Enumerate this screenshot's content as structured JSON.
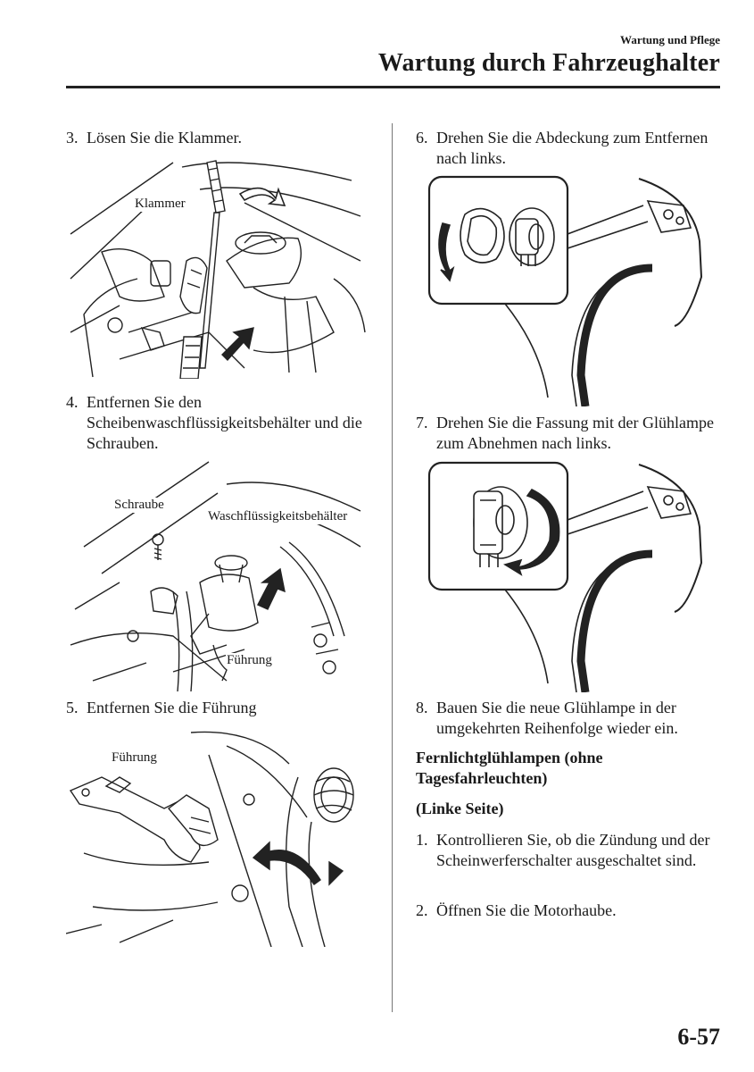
{
  "header": {
    "section": "Wartung und Pflege",
    "title": "Wartung durch Fahrzeughalter"
  },
  "left_column": {
    "step3": {
      "number": "3.",
      "text": "Lösen Sie die Klammer.",
      "callout": "Klammer"
    },
    "step4": {
      "number": "4.",
      "text": "Entfernen Sie den Scheibenwaschflüssigkeitsbehälter und die Schrauben.",
      "callout_screw": "Schraube",
      "callout_tank": "Waschflüssigkeitsbehälter",
      "callout_guide": "Führung"
    },
    "step5": {
      "number": "5.",
      "text": "Entfernen Sie die Führung",
      "callout": "Führung"
    }
  },
  "right_column": {
    "step6": {
      "number": "6.",
      "text": "Drehen Sie die Abdeckung zum Entfernen nach links."
    },
    "step7": {
      "number": "7.",
      "text": "Drehen Sie die Fassung mit der Glühlampe zum Abnehmen nach links."
    },
    "step8": {
      "number": "8.",
      "text": "Bauen Sie die neue Glühlampe in der umgekehrten Reihenfolge wieder ein."
    },
    "subheading": "Fernlichtglühlampen (ohne Tagesfahrleuchten)",
    "side_heading": "(Linke Seite)",
    "sub_step1": {
      "number": "1.",
      "text": "Kontrollieren Sie, ob die Zündung und der Scheinwerferschalter ausgeschaltet sind."
    },
    "sub_step2": {
      "number": "2.",
      "text": "Öffnen Sie die Motorhaube."
    }
  },
  "footer": {
    "page_number": "6-57"
  }
}
